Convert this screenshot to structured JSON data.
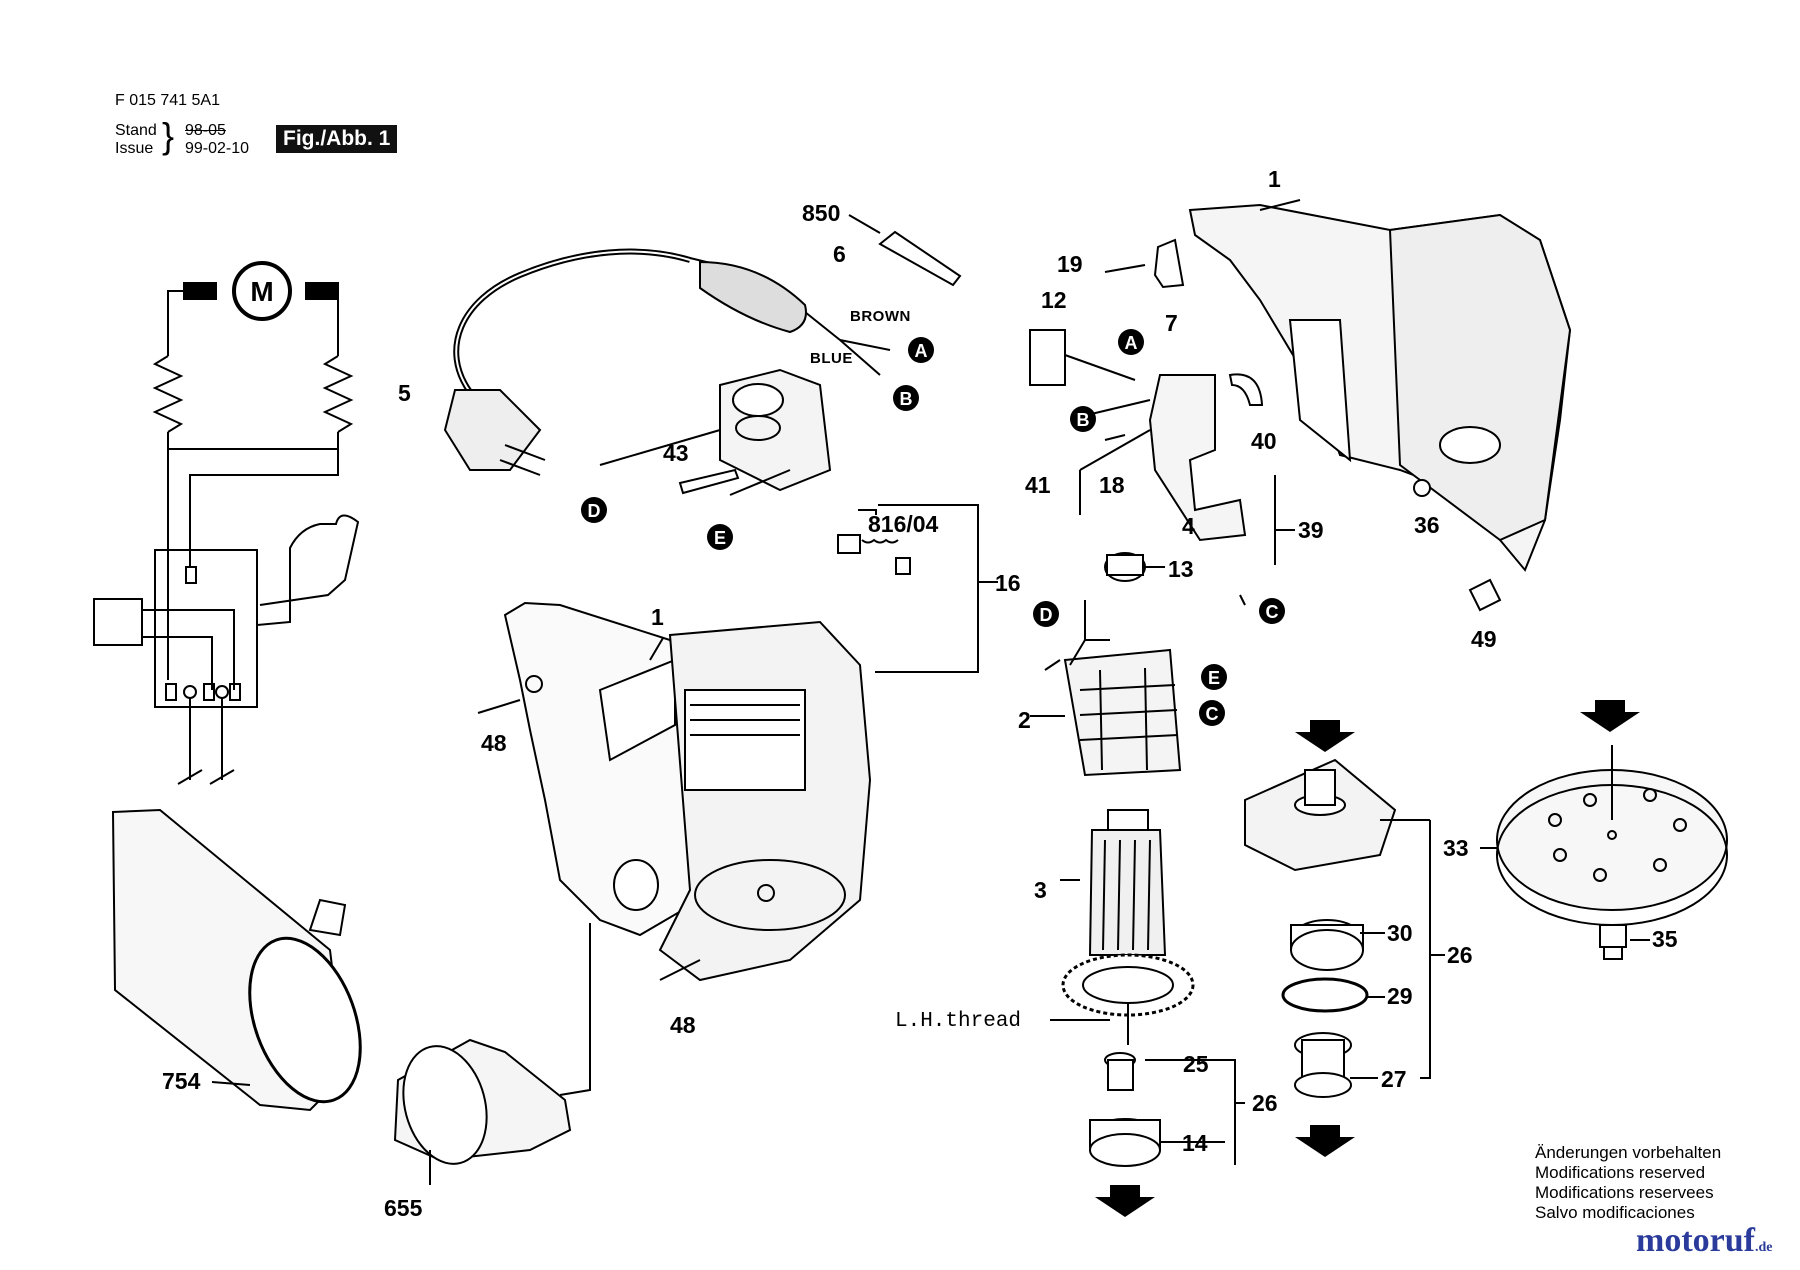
{
  "header": {
    "code": "F 015 741 5A1",
    "stand_label": "Stand",
    "issue_label": "Issue",
    "stand_value": "98-05",
    "issue_value": "99-02-10",
    "figure": "Fig./Abb. 1"
  },
  "wires": {
    "brown": "BROWN",
    "blue": "BLUE"
  },
  "connectors": [
    "A",
    "B",
    "C",
    "D",
    "E"
  ],
  "motor_symbol": "M",
  "thread_label": "L.H.thread",
  "parts": [
    "1",
    "2",
    "3",
    "4",
    "5",
    "6",
    "7",
    "12",
    "13",
    "14",
    "16",
    "18",
    "19",
    "25",
    "26",
    "27",
    "29",
    "30",
    "33",
    "35",
    "36",
    "39",
    "40",
    "41",
    "43",
    "48",
    "49",
    "655",
    "754",
    "816/04",
    "850"
  ],
  "notes": [
    "Änderungen vorbehalten",
    "Modifications reserved",
    "Modifications reservees",
    "Salvo modificaciones"
  ],
  "watermark": {
    "name": "motoruf",
    "tld": ".de"
  }
}
